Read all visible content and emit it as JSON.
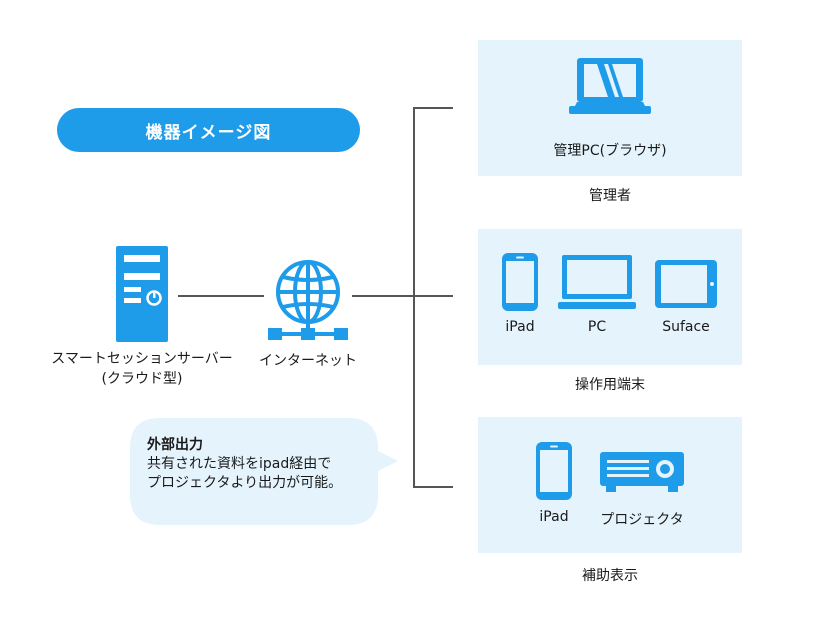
{
  "title": "機器イメージ図",
  "server": {
    "label_line1": "スマートセッションサーバー",
    "label_line2": "(クラウド型)"
  },
  "internet": {
    "label": "インターネット"
  },
  "bubble": {
    "heading": "外部出力",
    "line1": "共有された資料をipad経由で",
    "line2": "プロジェクタより出力が可能。"
  },
  "panels": {
    "admin": {
      "device_label": "管理PC(ブラウザ)",
      "caption": "管理者"
    },
    "terminals": {
      "ipad_label": "iPad",
      "pc_label": "PC",
      "surface_label": "Suface",
      "caption": "操作用端末"
    },
    "display": {
      "ipad_label": "iPad",
      "projector_label": "プロジェクタ",
      "caption": "補助表示"
    }
  },
  "colors": {
    "accent": "#1e9be9",
    "panel_bg": "#e5f3fc",
    "bubble_bg": "#e5f3fc",
    "line": "#555555"
  },
  "icons": [
    "server-icon",
    "globe-network-icon",
    "laptop-icon",
    "smartphone-icon",
    "monitor-icon",
    "tablet-icon",
    "projector-icon"
  ]
}
